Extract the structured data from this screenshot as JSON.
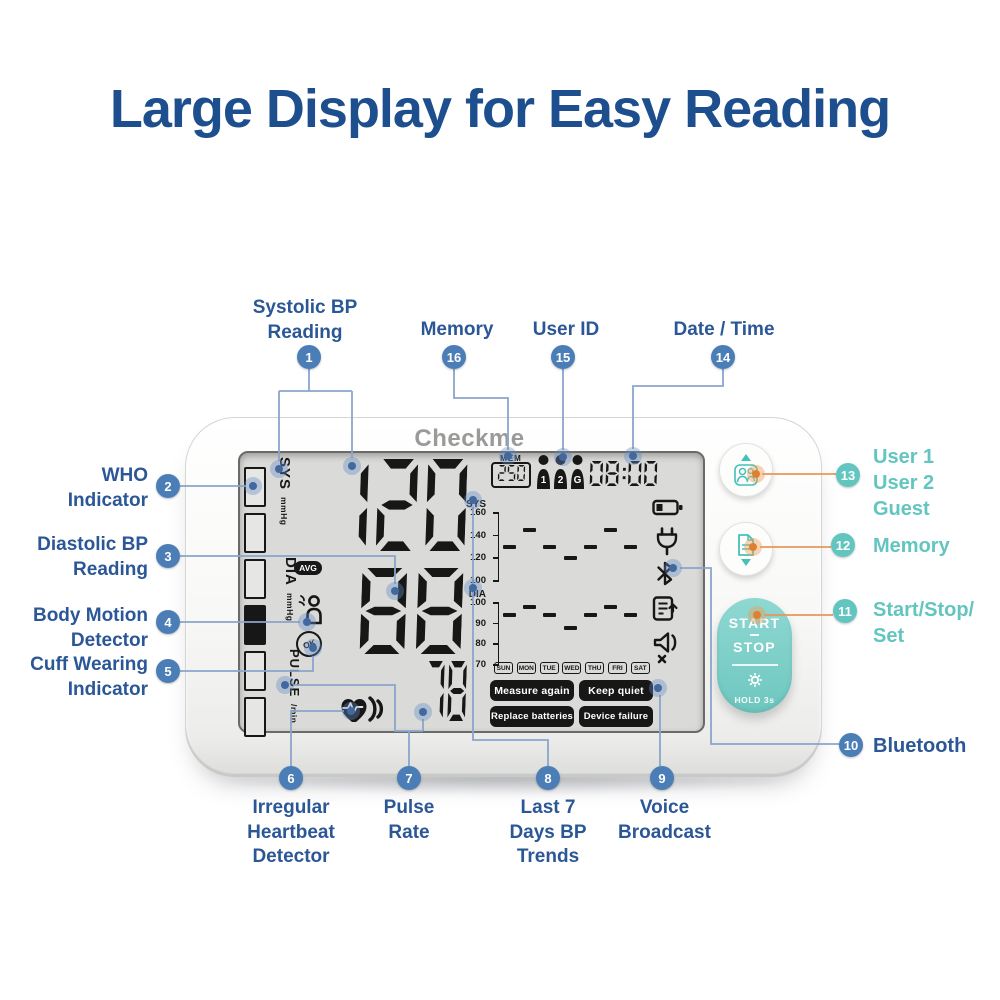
{
  "title": "Large Display for Easy Reading",
  "colors": {
    "title_blue": "#1d4e8d",
    "label_blue": "#2b5797",
    "badge_blue": "#4b7db6",
    "teal": "#63c5c0",
    "orange_line": "#e6975a",
    "lcd_ink": "#171717",
    "lcd_background": "#dadad8"
  },
  "callouts": {
    "top": [
      {
        "n": "1",
        "label": "Systolic BP\nReading"
      },
      {
        "n": "16",
        "label": "Memory"
      },
      {
        "n": "15",
        "label": "User ID"
      },
      {
        "n": "14",
        "label": "Date / Time"
      }
    ],
    "left": [
      {
        "n": "2",
        "label": "WHO\nIndicator"
      },
      {
        "n": "3",
        "label": "Diastolic BP\nReading"
      },
      {
        "n": "4",
        "label": "Body Motion\nDetector"
      },
      {
        "n": "5",
        "label": "Cuff Wearing\nIndicator"
      }
    ],
    "bottom": [
      {
        "n": "6",
        "label": "Irregular\nHeartbeat\nDetector"
      },
      {
        "n": "7",
        "label": "Pulse\nRate"
      },
      {
        "n": "8",
        "label": "Last 7\nDays BP\nTrends"
      },
      {
        "n": "9",
        "label": "Voice\nBroadcast"
      }
    ],
    "bluetooth": {
      "n": "10",
      "label": "Bluetooth"
    },
    "right": [
      {
        "n": "13",
        "label": "User 1\nUser 2\nGuest"
      },
      {
        "n": "12",
        "label": "Memory"
      },
      {
        "n": "11",
        "label": "Start/Stop/\nSet"
      }
    ]
  },
  "device": {
    "brand": "Checkme",
    "display": {
      "sys_label": "SYS",
      "sys_unit": "mmHg",
      "sys_value": "120",
      "dia_label": "DIA",
      "dia_unit": "mmHg",
      "dia_value": "88",
      "pulse_label": "PULSE",
      "pulse_unit": "/min",
      "pulse_value": "78",
      "avg_label": "AVG",
      "ok_label": "OK",
      "mem_label": "MEM",
      "mem_value": "250",
      "users": [
        "1",
        "2",
        "G"
      ],
      "time": "08:00",
      "messages": [
        "Measure again",
        "Keep quiet",
        "Replace batteries",
        "Device failure"
      ]
    },
    "icons": {
      "status_column": [
        "battery-icon",
        "power-plug-icon",
        "bluetooth-icon",
        "memo-export-icon",
        "voice-muted-icon"
      ],
      "display_icons": [
        "body-motion-icon",
        "ok-cuff-icon",
        "irregular-heartbeat-icon",
        "user-1-icon",
        "user-2-icon",
        "guest-icon"
      ]
    },
    "buttons": {
      "start_label": "START",
      "stop_label": "STOP",
      "hold_label": "HOLD 3s"
    }
  },
  "chart_data": {
    "type": "line",
    "title": "Last 7 Days BP Trends",
    "marker": "dash",
    "grid": false,
    "legend_position": "none",
    "categories": [
      "SUN",
      "MON",
      "TUE",
      "WED",
      "THU",
      "FRI",
      "SAT"
    ],
    "series": [
      {
        "name": "SYS",
        "values": [
          130,
          145,
          130,
          120,
          130,
          145,
          130
        ],
        "ylim": [
          100,
          160
        ],
        "yticks": [
          160,
          140,
          120,
          100
        ]
      },
      {
        "name": "DIA",
        "values": [
          94,
          98,
          94,
          88,
          94,
          98,
          94
        ],
        "ylim": [
          70,
          100
        ],
        "yticks": [
          100,
          90,
          80,
          70
        ]
      }
    ]
  }
}
